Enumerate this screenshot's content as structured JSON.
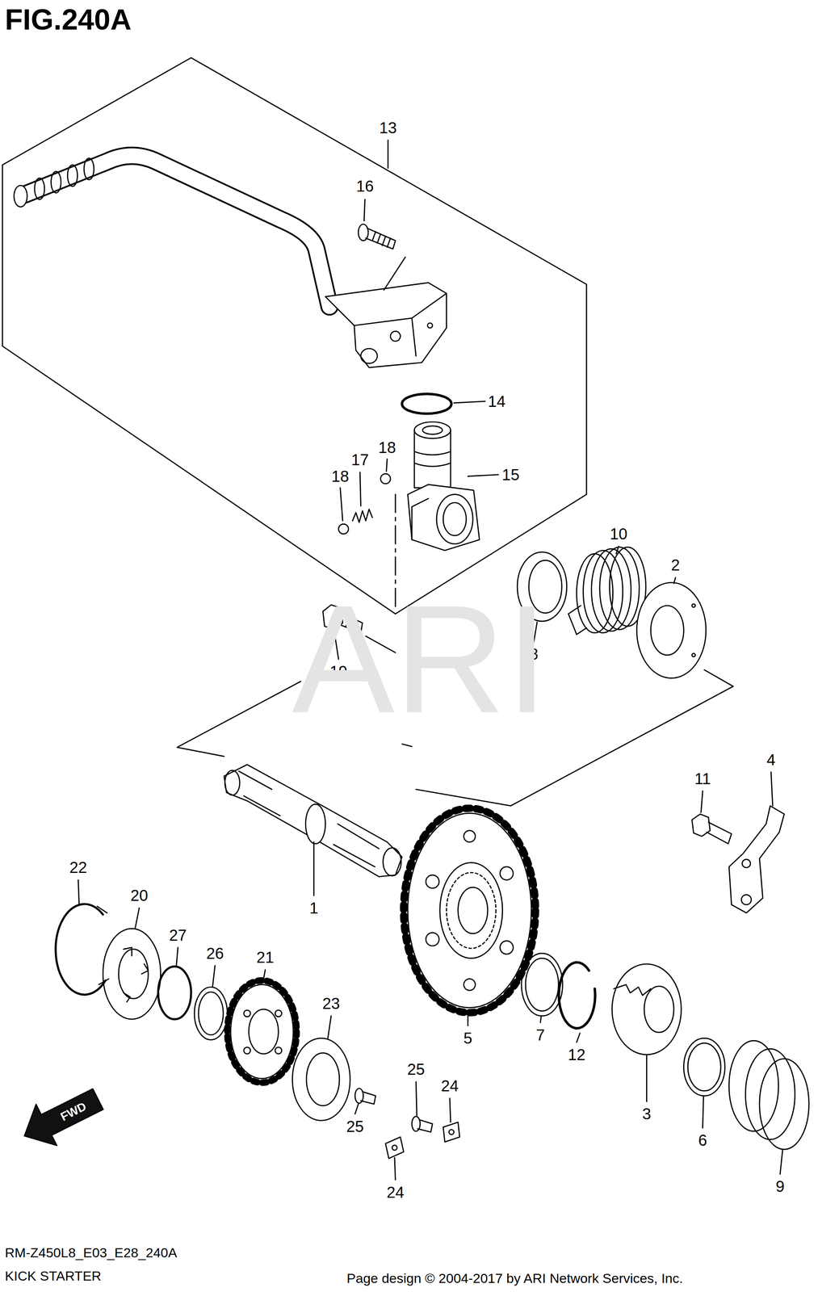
{
  "diagram": {
    "title": "FIG.240A",
    "caption": "KICK STARTER",
    "labels": [
      "13",
      "16",
      "14",
      "18",
      "17",
      "18",
      "15",
      "10",
      "2",
      "8",
      "19",
      "4",
      "11",
      "22",
      "20",
      "1",
      "27",
      "26",
      "21",
      "23",
      "5",
      "7",
      "12",
      "25",
      "24",
      "3",
      "25",
      "6",
      "24",
      "9",
      "FWD",
      "ARI",
      "RM-Z450L8_E03_E28_240A",
      "Page design © 2004-2017 by ARI Network Services, Inc."
    ]
  }
}
